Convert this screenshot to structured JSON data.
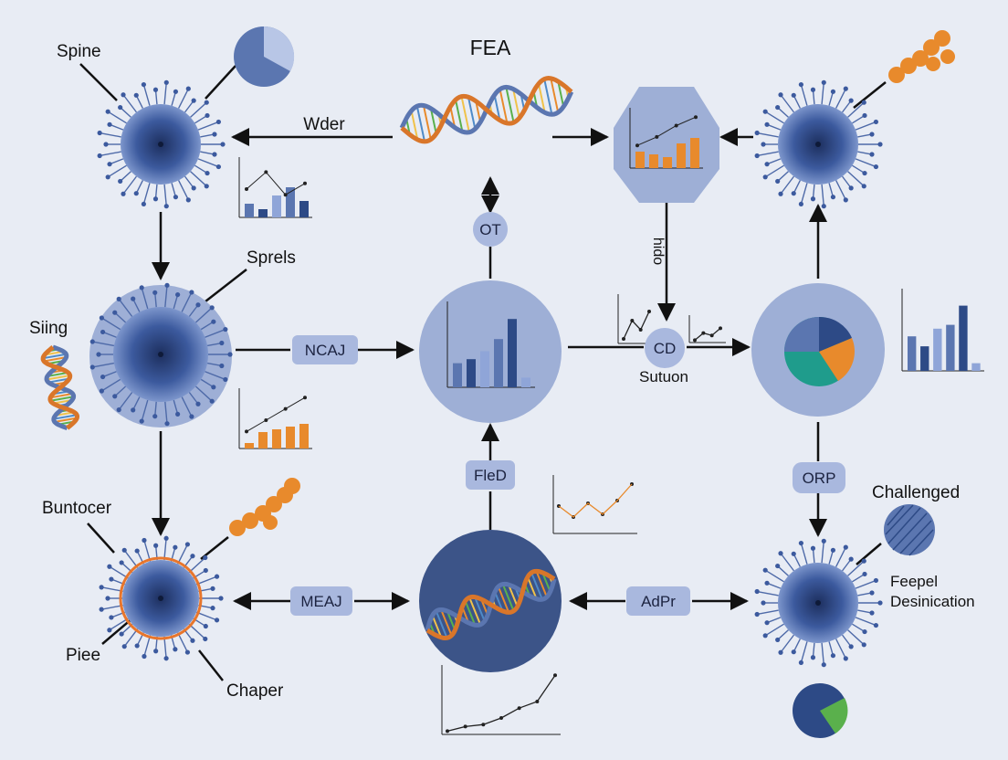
{
  "title": "FEA",
  "labels": {
    "spine": "Spine",
    "sprels": "Sprels",
    "siing": "Siing",
    "buntocer": "Buntocer",
    "piee": "Piee",
    "chaper": "Chaper",
    "challenged": "Challenged",
    "feepel": "Feepel",
    "desinication": "Desinication",
    "sutuon": "Sutuon",
    "hido": "hido"
  },
  "edges": {
    "wder": "Wder",
    "ot": "OT",
    "ncaj": "NCAJ",
    "cd": "CD",
    "orp": "ORP",
    "fled": "FleD",
    "meaj": "MEAJ",
    "adpr": "AdPr"
  },
  "colors": {
    "background": "#e8ecf4",
    "node_fill": "#9eafd6",
    "dark_blue": "#3c5488",
    "orange": "#e88a2c",
    "teal": "#1f9c8c",
    "green": "#5ab04c",
    "virus_core": "#2d4a86"
  },
  "icons": [
    "virus-icon",
    "dna-icon",
    "pie-chart-icon",
    "bar-chart-icon",
    "line-chart-icon",
    "molecule-chain-icon"
  ]
}
